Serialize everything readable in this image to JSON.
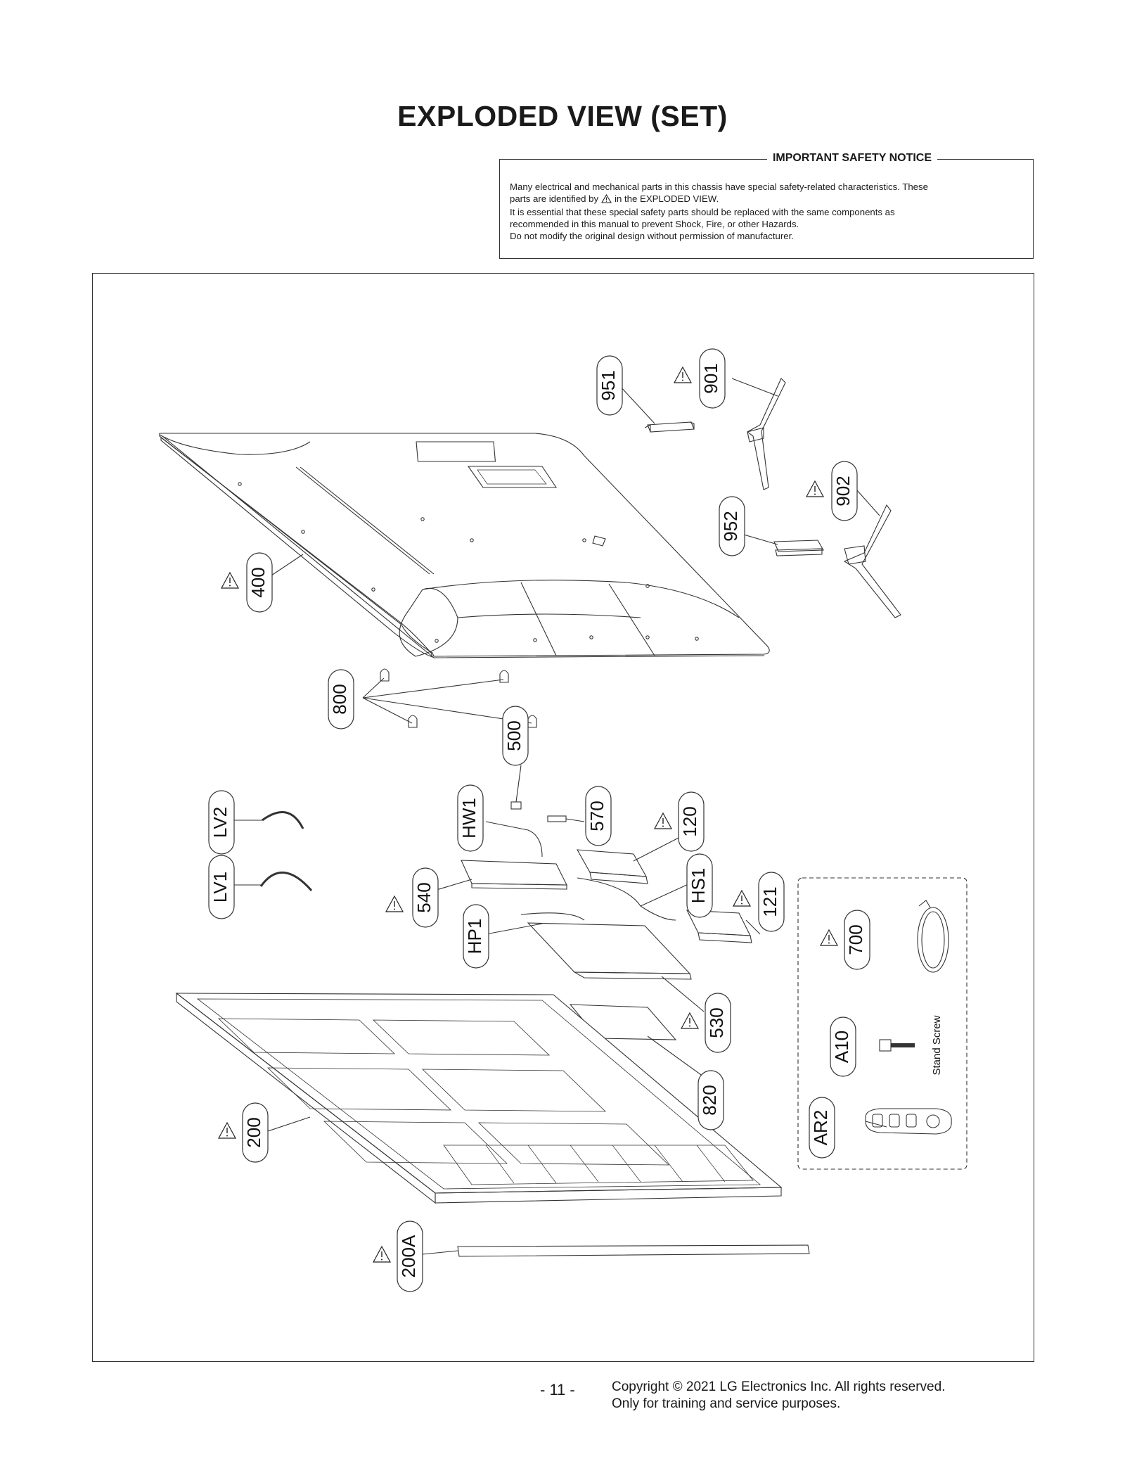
{
  "page": {
    "title": "EXPLODED VIEW (SET)"
  },
  "notice": {
    "title": "IMPORTANT SAFETY NOTICE",
    "line1": "Many electrical and mechanical parts in this chassis have special safety-related characteristics. These",
    "line2_before": "parts are identified by",
    "line2_after": "in the EXPLODED VIEW.",
    "line3": "It is essential that these special safety parts should be replaced with the same components as",
    "line4": "recommended in this manual to prevent Shock, Fire, or other Hazards.",
    "line5": "Do not modify the original design without permission of manufacturer.",
    "warning_icon": "warning-triangle-icon"
  },
  "parts": {
    "p951": "951",
    "p901": "901",
    "p952": "952",
    "p902": "902",
    "p400": "400",
    "p800": "800",
    "p500": "500",
    "p570": "570",
    "pHW1": "HW1",
    "p120": "120",
    "pLV2": "LV2",
    "pLV1": "LV1",
    "p540": "540",
    "pHS1": "HS1",
    "p121": "121",
    "pHP1": "HP1",
    "p700": "700",
    "p530": "530",
    "pA10": "A10",
    "p820": "820",
    "pAR2": "AR2",
    "p200": "200",
    "p200A": "200A"
  },
  "accessory_note": "Stand Screw",
  "footer": {
    "page_number": "- 11 -",
    "copyright_line1": "Copyright © 2021 LG Electronics Inc. All rights reserved.",
    "copyright_line2": "Only for training and service purposes."
  }
}
